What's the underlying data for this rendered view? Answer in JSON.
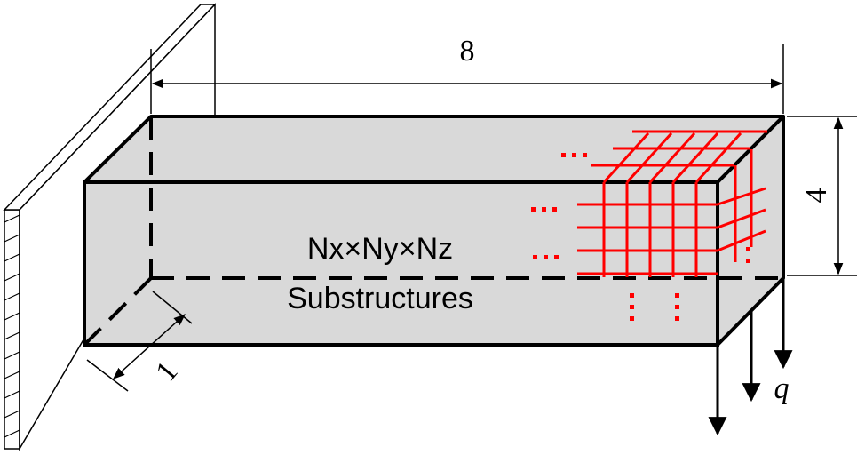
{
  "dimensions": {
    "length": "8",
    "height": "4",
    "width": "1"
  },
  "labels": {
    "line1": "Nx×Ny×Nz",
    "line2": "Substructures",
    "load": "q"
  },
  "colors": {
    "box_fill": "#d9d9d9",
    "mesh": "#ff0000",
    "stroke": "#000000"
  }
}
